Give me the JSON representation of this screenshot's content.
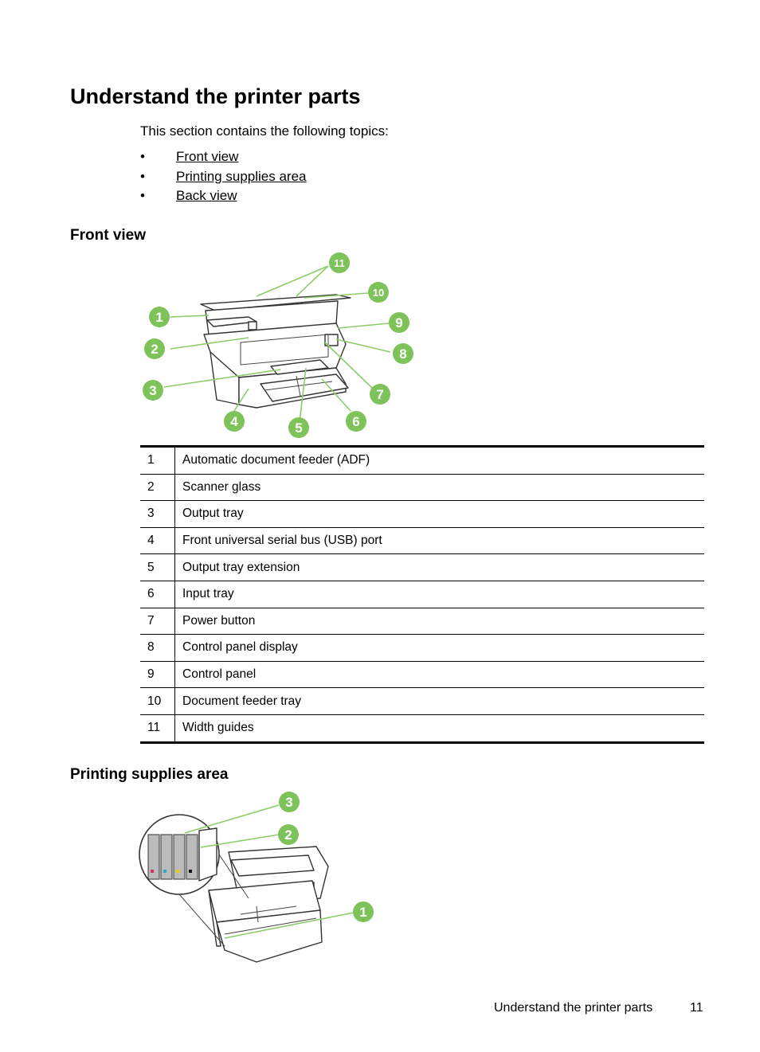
{
  "page": {
    "title": "Understand the printer parts",
    "intro": "This section contains the following topics:",
    "toc": [
      {
        "bullet": "•",
        "label": "Front view"
      },
      {
        "bullet": "•",
        "label": "Printing supplies area"
      },
      {
        "bullet": "•",
        "label": "Back view"
      }
    ]
  },
  "front_view": {
    "heading": "Front view",
    "figure": {
      "callouts": [
        "1",
        "2",
        "3",
        "4",
        "5",
        "6",
        "7",
        "8",
        "9",
        "10",
        "11"
      ],
      "accent_color": "#7ec35a"
    },
    "table": [
      {
        "num": "1",
        "label": "Automatic document feeder (ADF)"
      },
      {
        "num": "2",
        "label": "Scanner glass"
      },
      {
        "num": "3",
        "label": "Output tray"
      },
      {
        "num": "4",
        "label": "Front universal serial bus (USB) port"
      },
      {
        "num": "5",
        "label": "Output tray extension"
      },
      {
        "num": "6",
        "label": "Input tray"
      },
      {
        "num": "7",
        "label": "Power button"
      },
      {
        "num": "8",
        "label": "Control panel display"
      },
      {
        "num": "9",
        "label": "Control panel"
      },
      {
        "num": "10",
        "label": "Document feeder tray"
      },
      {
        "num": "11",
        "label": "Width guides"
      }
    ]
  },
  "supplies": {
    "heading": "Printing supplies area",
    "figure": {
      "callouts": [
        "1",
        "2",
        "3"
      ]
    }
  },
  "footer": {
    "title": "Understand the printer parts",
    "page": "11"
  }
}
